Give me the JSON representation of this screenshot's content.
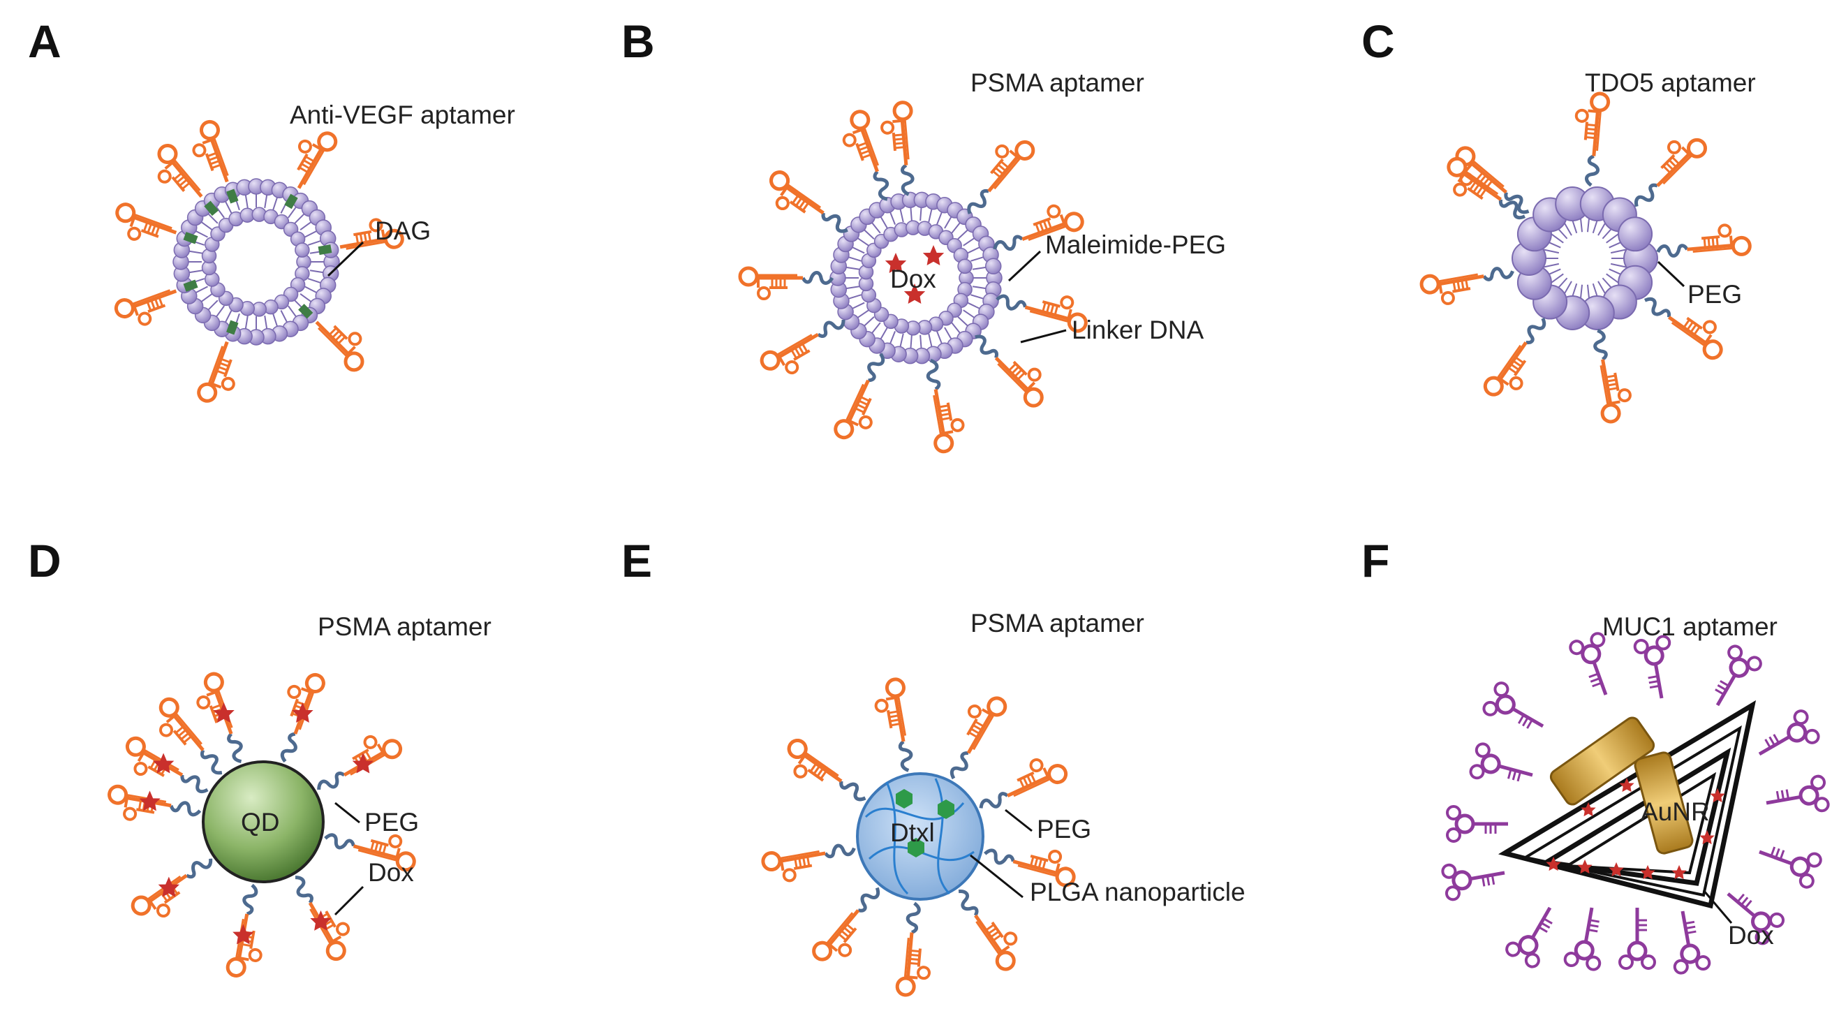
{
  "colors": {
    "aptamer_orange": "#f0722a",
    "aptamer_purple": "#8e3a9c",
    "lipid_purple": "#a99bd1",
    "lipid_stroke": "#7a6aaf",
    "peg_blue": "#4d6a8f",
    "dag_green": "#3f7d45",
    "dox_red": "#c9302c",
    "qd_green": "#6f9a4e",
    "plga_blue": "#8fb7e3",
    "dtxl_green": "#2e9a48",
    "aunr_gold": "#d9a63c"
  },
  "panels": [
    {
      "letter": "A",
      "kind": "liposome",
      "labels": {
        "aptamer": "Anti-VEGF aptamer",
        "part1": "DAG"
      }
    },
    {
      "letter": "B",
      "kind": "liposome",
      "labels": {
        "aptamer": "PSMA aptamer",
        "part1": "Maleimide-PEG",
        "part2": "Linker DNA",
        "cargo": "Dox"
      }
    },
    {
      "letter": "C",
      "kind": "micelle",
      "labels": {
        "aptamer": "TDO5 aptamer",
        "part1": "PEG"
      }
    },
    {
      "letter": "D",
      "kind": "quantum-dot",
      "labels": {
        "aptamer": "PSMA aptamer",
        "core": "QD",
        "part1": "PEG",
        "part2": "Dox"
      }
    },
    {
      "letter": "E",
      "kind": "plga-nanoparticle",
      "labels": {
        "aptamer": "PSMA aptamer",
        "core": "Dtxl",
        "part1": "PEG",
        "part2": "PLGA nanoparticle"
      }
    },
    {
      "letter": "F",
      "kind": "dna-origami",
      "labels": {
        "aptamer": "MUC1 aptamer",
        "core": "AuNR",
        "part1": "Dox"
      }
    }
  ]
}
